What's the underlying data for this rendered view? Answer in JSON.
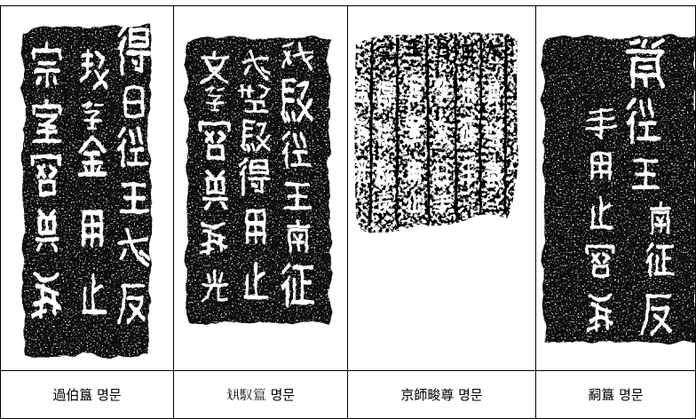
{
  "table": {
    "columns": [
      {
        "caption": "過伯簋 명문"
      },
      {
        "caption": "𢦚馭簋 명문"
      },
      {
        "caption": "京師畯尊 명문"
      },
      {
        "caption": "𤔲簋 명문"
      }
    ]
  },
  "colors": {
    "border": "#000000",
    "ink": "#0b0b0b",
    "paper": "#ffffff"
  }
}
